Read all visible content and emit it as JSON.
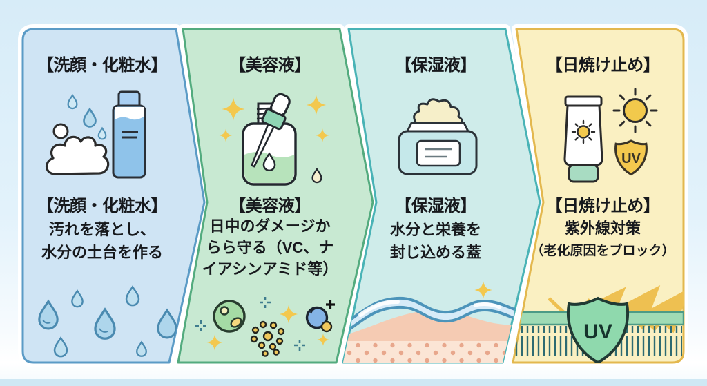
{
  "page": {
    "type": "skincare-routine-infographic",
    "uv_label": "UV"
  },
  "palette": {
    "page_bg_top": "#d7ecf8",
    "page_bg_bottom": "#f3fafd",
    "footer_band": "#cfe8f4",
    "title_color": "#17191d",
    "sparkle_yellow": "#f3c84e",
    "arrow_yellow": "#eec051",
    "uv_shield_green": "#8fd9ad",
    "uv_shield_yellow": "#f4c84e",
    "water_drop_blue": "#b9dcee",
    "skin_pink": "#f5cbb3"
  },
  "panels": [
    {
      "id": "cleanser-toner",
      "title": "【洗顔・化粧水】",
      "mid_title": "【洗顔・化粧水】",
      "desc_lines": [
        "汚れを落とし、",
        "水分の土台を作る"
      ],
      "fill": "#cfe4f4",
      "border": "#5b9bc6",
      "icons": [
        "foam-icon",
        "toner-bottle-icon",
        "water-drop-icon"
      ]
    },
    {
      "id": "serum",
      "title": "【美容液】",
      "mid_title": "【美容液】",
      "desc_lines": [
        "日中のダメージか",
        "らら守る（VC、ナ",
        "イアシンアミド等）"
      ],
      "fill": "#c8e9d2",
      "border": "#53ab7e",
      "icons": [
        "serum-bottle-icon",
        "dropper-icon",
        "sparkle-icon",
        "cell-icon",
        "molecule-dots-icon",
        "bubble-icon"
      ]
    },
    {
      "id": "moisturizer",
      "title": "【保湿液】",
      "mid_title": "【保湿液】",
      "desc_lines": [
        "水分と栄養を",
        "封じ込める蓋"
      ],
      "fill": "#cfecea",
      "border": "#49b3b6",
      "icons": [
        "cream-jar-icon",
        "skin-layers-illustration",
        "sparkle-icon"
      ]
    },
    {
      "id": "sunscreen",
      "title": "【日焼け止め】",
      "mid_title": "【日焼け止め】",
      "desc_lines": [
        "紫外線対策",
        "（老化原因をブロック）"
      ],
      "fill": "#faf0c2",
      "border": "#e3b84e",
      "icons": [
        "sunscreen-tube-icon",
        "sun-icon",
        "uv-shield-icon",
        "uv-barrier-illustration",
        "reflected-uv-arrows-icon"
      ]
    }
  ]
}
